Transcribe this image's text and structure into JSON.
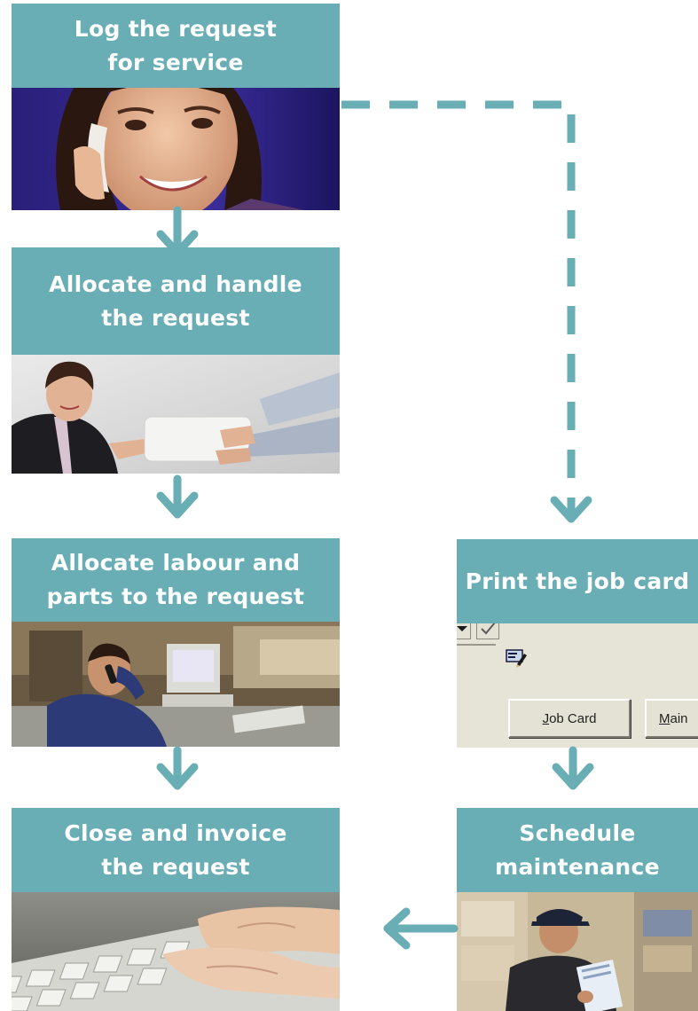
{
  "steps": {
    "log": {
      "line1": "Log the request",
      "line2": "for service",
      "photo": "woman-on-phone"
    },
    "allocate_handle": {
      "line1": "Allocate and handle",
      "line2": "the request",
      "photo": "handing-over-package"
    },
    "allocate_labour": {
      "line1": "Allocate labour and",
      "line2": "parts to the request",
      "photo": "man-on-phone-at-desk"
    },
    "close_invoice": {
      "line1": "Close and invoice",
      "line2": "the request",
      "photo": "hands-on-keyboard"
    },
    "print_job_card": {
      "line1": "Print the job card",
      "photo": "job-card-dialog"
    },
    "schedule": {
      "line1": "Schedule",
      "line2": "maintenance",
      "photo": "worker-with-clipboard"
    }
  },
  "job_card_dialog": {
    "job_card_button_prefix": "J",
    "job_card_button_rest": "ob Card",
    "second_button_prefix": "M",
    "second_button_rest": "ain"
  },
  "arrows": [
    {
      "from": "log",
      "to": "allocate_handle",
      "style": "solid"
    },
    {
      "from": "allocate_handle",
      "to": "allocate_labour",
      "style": "solid"
    },
    {
      "from": "allocate_labour",
      "to": "close_invoice",
      "style": "solid"
    },
    {
      "from": "log",
      "to": "print_job_card",
      "style": "dashed"
    },
    {
      "from": "print_job_card",
      "to": "schedule",
      "style": "solid"
    },
    {
      "from": "schedule",
      "to": "close_invoice",
      "style": "solid"
    }
  ],
  "colors": {
    "teal": "#6aaeb5",
    "white": "#ffffff"
  }
}
